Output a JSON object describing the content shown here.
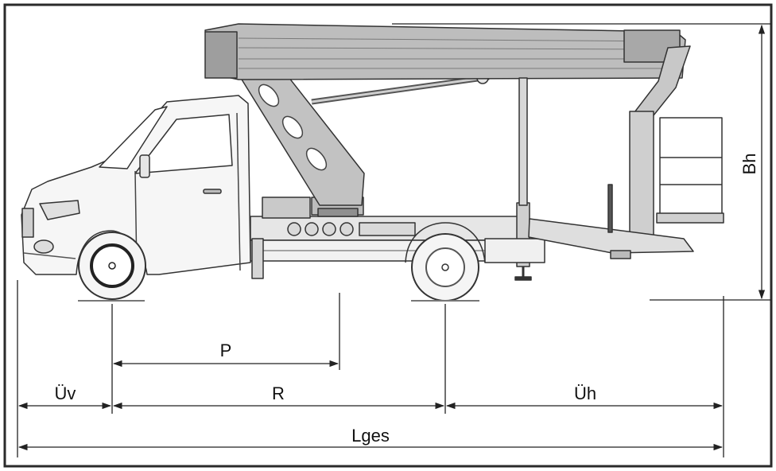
{
  "labels": {
    "uv": "Üv",
    "r": "R",
    "uh": "Üh",
    "p": "P",
    "lges": "Lges",
    "bh": "Bh"
  },
  "colors": {
    "frame": "#2a2a2a",
    "line": "#333333",
    "body_fill": "#f4f4f4",
    "boom_fill": "#bdbdbd",
    "boom_dark": "#8a8a8a",
    "tire": "#2b2b2b"
  }
}
